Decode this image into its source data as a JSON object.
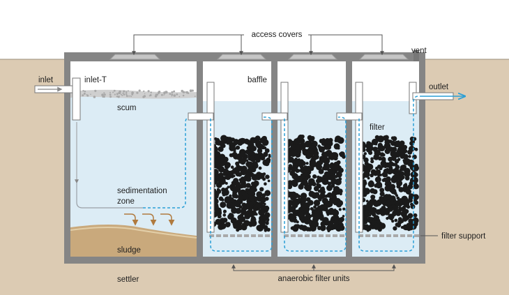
{
  "labels": {
    "access_covers": "access covers",
    "vent": "vent",
    "inlet": "inlet",
    "inlet_t": "inlet-T",
    "baffle": "baffle",
    "outlet": "outlet",
    "scum": "scum",
    "filter": "filter",
    "sedimentation_zone_line1": "sedimentation",
    "sedimentation_zone_line2": "zone",
    "filter_support": "filter support",
    "sludge": "sludge",
    "settler": "settler",
    "anaerobic_filter_units": "anaerobic filter units"
  },
  "colors": {
    "soil": "#dccbb3",
    "tank_wall": "#858585",
    "water": "#dcecf5",
    "sludge": "#c9a97c",
    "scum": "#c9c9c9",
    "filter_media": "#1a1a1a",
    "flow_arrow": "#2a9fd6",
    "leader_line": "#555555",
    "settling_arrow": "#b07a3e"
  }
}
